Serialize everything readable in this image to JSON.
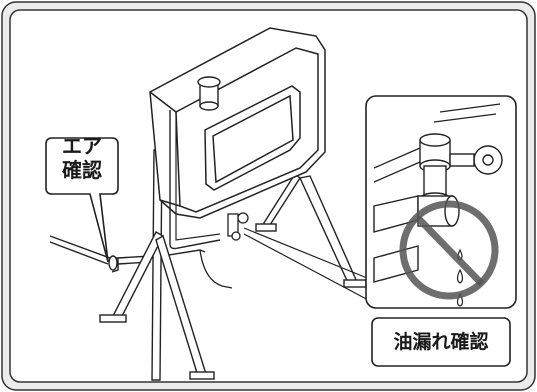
{
  "labels": {
    "air_check_line1": "エア",
    "air_check_line2": "確認",
    "oil_leak_check": "油漏れ確認"
  },
  "colors": {
    "frame_fill": "#ececec",
    "stroke": "#222222",
    "prohibit_sign": "#555555",
    "background": "#ffffff"
  }
}
